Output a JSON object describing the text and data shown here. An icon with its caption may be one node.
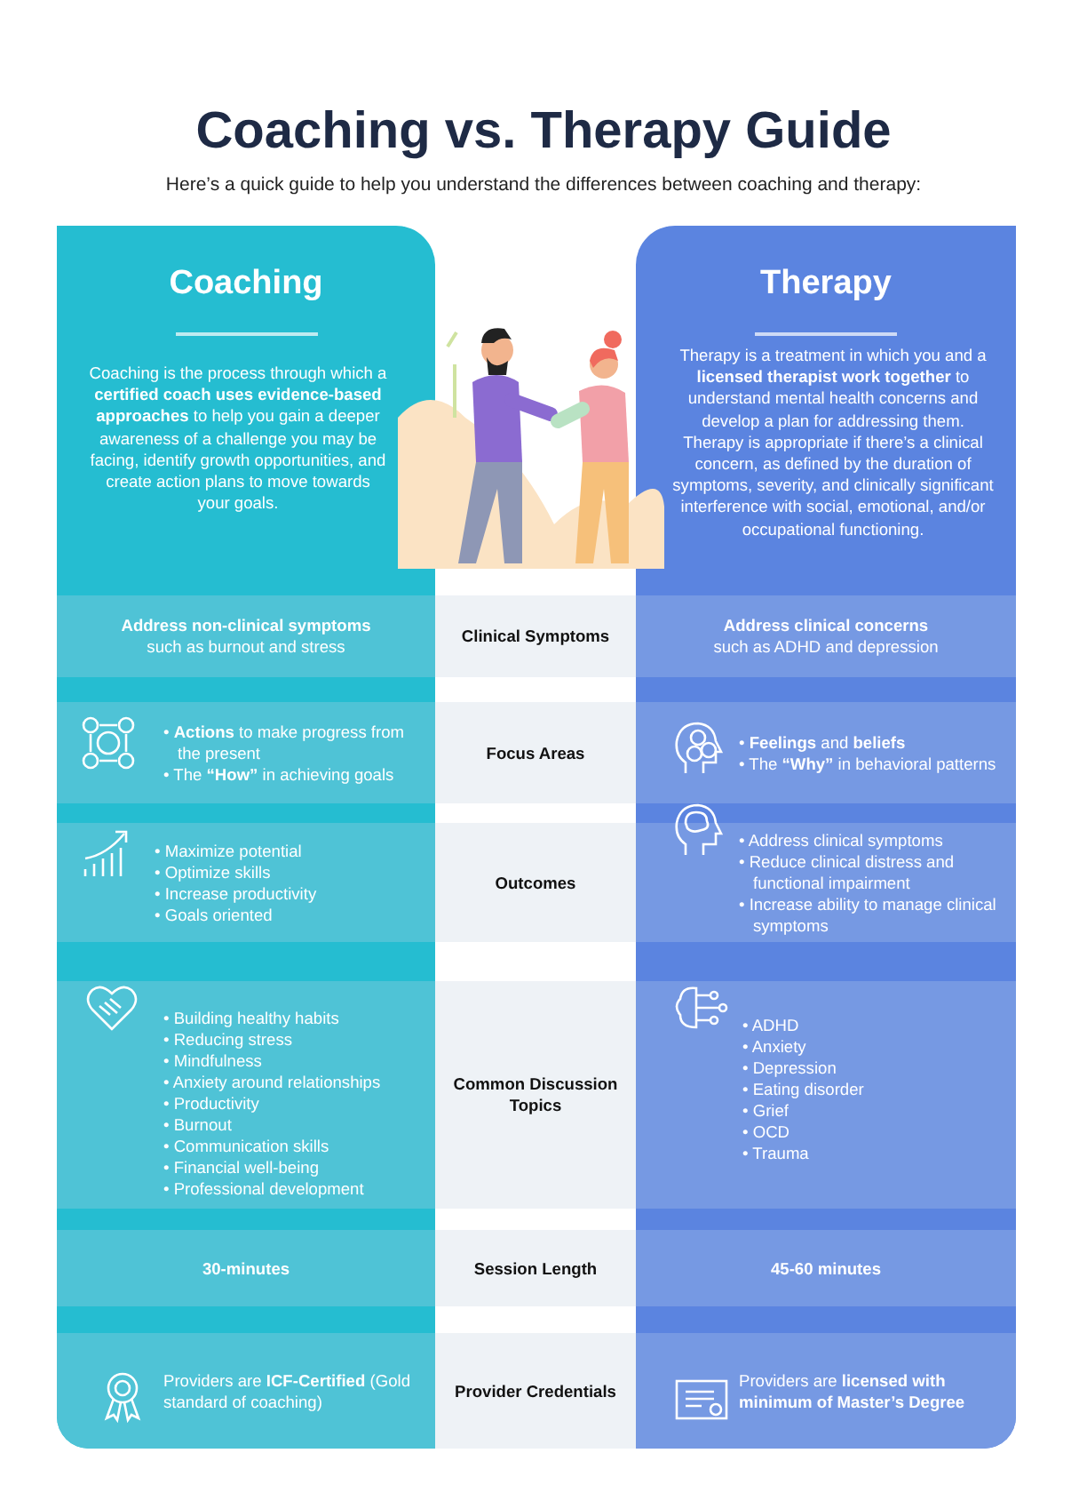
{
  "diagram": {
    "title": "Coaching vs. Therapy Guide",
    "nodes": [
      {
        "text": [
          "Coaching",
          "Coaching is the process through which a **certified coach uses evidence-based approaches** to help you gain a deeper awareness of a challenge you may be facing, identify growth opportunities, and create action plans to move towards your goals."
        ]
      },
      {
        "text": [
          "Therapy",
          "Therapy is a treatment in which you and a **licensed therapist work together** to understand mental health concerns and develop a plan for addressing them. Therapy is appropriate if there’s a clinical concern, as defined by the duration of symptoms, severity, and clinically significant interference with social, emotional, and/or occupational functioning."
        ]
      },
      {
        "text": [
          "**Address non-clinical symptoms** such as burnout and stress"
        ],
        "in": 0
      },
      {
        "text": [
          "Clinical Symptoms"
        ]
      },
      {
        "text": [
          "**Address clinical concerns** such as ADHD and depression"
        ],
        "in": 1
      },
      {
        "text": [
          "• **Actions** to make progress from the present",
          "• The **“How”** in achieving goals"
        ],
        "in": 0
      },
      {
        "text": [
          "Focus Areas"
        ]
      },
      {
        "text": [
          "• **Feelings** and **beliefs**",
          "• The **“Why”** in behavioral patterns"
        ],
        "in": 1
      },
      {
        "text": [
          "• Maximize potential",
          "• Optimize skills",
          "• Increase productivity",
          "• Goals oriented"
        ],
        "in": 0
      },
      {
        "text": [
          "Outcomes"
        ]
      },
      {
        "text": [
          "• Address clinical symptoms",
          "• Reduce clinical distress and functional impairment",
          "• Increase ability to manage clinical symptoms"
        ],
        "in": 1
      },
      {
        "text": [
          "• Building healthy habits",
          "• Reducing stress",
          "• Mindfulness",
          "• Anxiety around relationships",
          "• Productivity",
          "• Burnout",
          "• Communication skills",
          "• Financial well-being",
          "• Professional development"
        ],
        "in": 0
      },
      {
        "text": [
          "Common Discussion Topics"
        ]
      },
      {
        "text": [
          "• ADHD",
          "• Anxiety",
          "• Depression",
          "• Eating disorder",
          "• Grief",
          "• OCD",
          "• Trauma"
        ],
        "in": 1
      },
      {
        "text": [
          "30-minutes"
        ],
        "in": 0
      },
      {
        "text": [
          "Session Length"
        ]
      },
      {
        "text": [
          "45-60 minutes"
        ],
        "in": 1
      },
      {
        "text": [
          "Providers are **ICF-Certified** (Gold standard of coaching)"
        ],
        "in": 0
      },
      {
        "text": [
          "Provider Credentials"
        ]
      },
      {
        "text": [
          "Providers are **licensed with minimum of Master’s Degree**"
        ],
        "in": 1
      }
    ],
    "labels": [
      "Here’s a quick guide to help you understand the differences between coaching and therapy:"
    ]
  }
}
